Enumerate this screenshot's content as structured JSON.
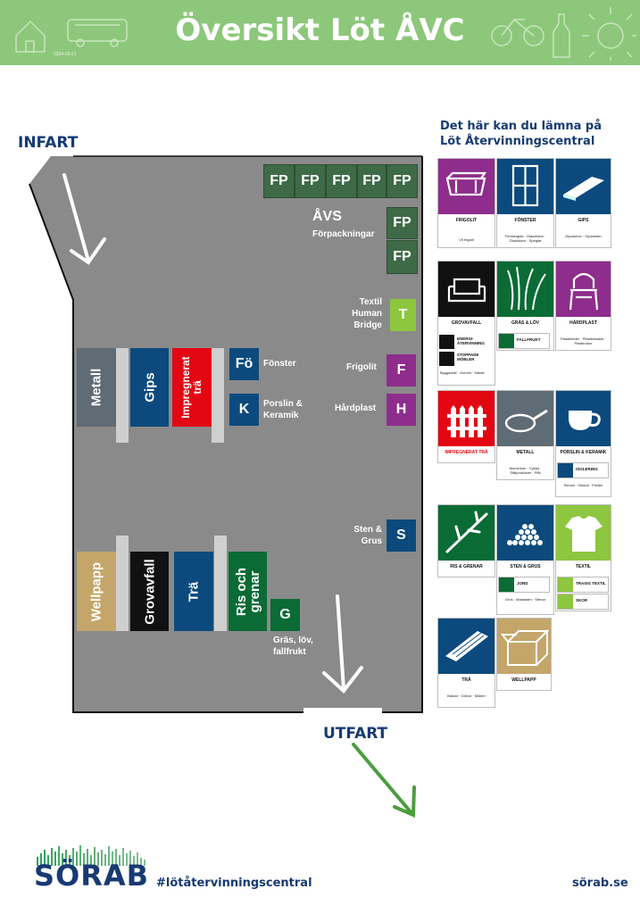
{
  "header": {
    "title": "Översikt Löt ÅVC",
    "date": "2024-03-21"
  },
  "colors": {
    "header_green": "#8dc77b",
    "navy": "#163a73",
    "map_grey": "#8a8a8a",
    "dark_green": "#3f6a47",
    "light_green": "#8dc63f",
    "purple": "#8e2d8c",
    "red": "#e30613",
    "blue": "#0c4a7d",
    "kraft": "#c4a66a",
    "black": "#111111",
    "slate": "#5f6b75",
    "forest": "#0a6b35",
    "arrow_green": "#4a9e3c"
  },
  "map": {
    "infart": "INFART",
    "utfart": "UTFART",
    "fp_label": "FP",
    "avs_title": "ÅVS",
    "avs_sub": "Förpackningar",
    "stations": {
      "textil": {
        "code": "T",
        "label": "Textil Human Bridge"
      },
      "frigolit": {
        "code": "F",
        "label": "Frigolit"
      },
      "hardplast": {
        "code": "H",
        "label": "Hårdplast"
      },
      "fonster": {
        "code": "Fö",
        "label": "Fönster"
      },
      "porslin": {
        "code": "K",
        "label": "Porslin & Keramik"
      },
      "sten": {
        "code": "S",
        "label": "Sten & Grus"
      },
      "gras": {
        "code": "G",
        "label": "Gräs, löv, fallfrukt"
      }
    },
    "containers": {
      "metall": "Metall",
      "gips": "Gips",
      "impregnerat": "Impregnerat trä",
      "wellpapp": "Wellpapp",
      "grovavfall": "Grovavfall",
      "tra": "Trä",
      "ris": "Ris och grenar"
    }
  },
  "legend": {
    "title": "Det här kan du lämna på Löt Återvinningscentral",
    "cards": [
      {
        "name": "FRIGOLIT",
        "icon": "styrofoam-box-icon",
        "sub": "Vit frigolit"
      },
      {
        "name": "FÖNSTER",
        "icon": "window-icon",
        "sub": "Fönsterglas · Glasdörrar · Glasskivor · Speglar"
      },
      {
        "name": "GIPS",
        "icon": "gypsum-board-icon",
        "sub": "Gipsskivor · Gipsrester"
      },
      {
        "name": "GROVAVFALL",
        "icon": "sofa-icon",
        "sub": ""
      },
      {
        "name": "GRÄS & LÖV",
        "icon": "grass-icon",
        "sub": ""
      },
      {
        "name": "HÅRDPLAST",
        "icon": "plastic-chair-icon",
        "sub": "Plastmöbler · Plastleksaker · Plastkrukor"
      },
      {
        "name": "IMPREGNERAT TRÄ",
        "icon": "fence-icon",
        "sub": ""
      },
      {
        "name": "METALL",
        "icon": "frying-pan-icon",
        "sub": "Aluminium · Cyklar · Stålprodukter · Plåt"
      },
      {
        "name": "PORSLIN & KERAMIK",
        "icon": "cup-icon",
        "sub": ""
      },
      {
        "name": "RIS & GRENAR",
        "icon": "branch-icon",
        "sub": ""
      },
      {
        "name": "STEN & GRUS",
        "icon": "stones-icon",
        "sub": ""
      },
      {
        "name": "TEXTIL",
        "icon": "tshirt-icon",
        "sub": ""
      },
      {
        "name": "TRÄ",
        "icon": "plank-icon",
        "sub": "Brädor · Dörrar · Möbler"
      },
      {
        "name": "WELLPAPP",
        "icon": "cardboard-box-icon",
        "sub": ""
      }
    ],
    "minis": {
      "energi": "ENERGI-ÅTERVINNING",
      "stoppade": "STOPPADE MÖBLER",
      "energi_sub": "Byggavfall · Gummi · Kläder",
      "fallfrukt": "FALLFRUKT",
      "isolering": "ISOLERING",
      "isolering_sub": "Stenull · Glasull · Porslin",
      "jord": "JORD",
      "jord_sub": "Grus · Makadam · Stenar",
      "trasig": "TRASIG TEXTIL",
      "skor": "SKOR"
    }
  },
  "footer": {
    "brand": "SÖRAB",
    "hashtag": "#lötåtervinningscentral",
    "site": "sörab.se"
  }
}
